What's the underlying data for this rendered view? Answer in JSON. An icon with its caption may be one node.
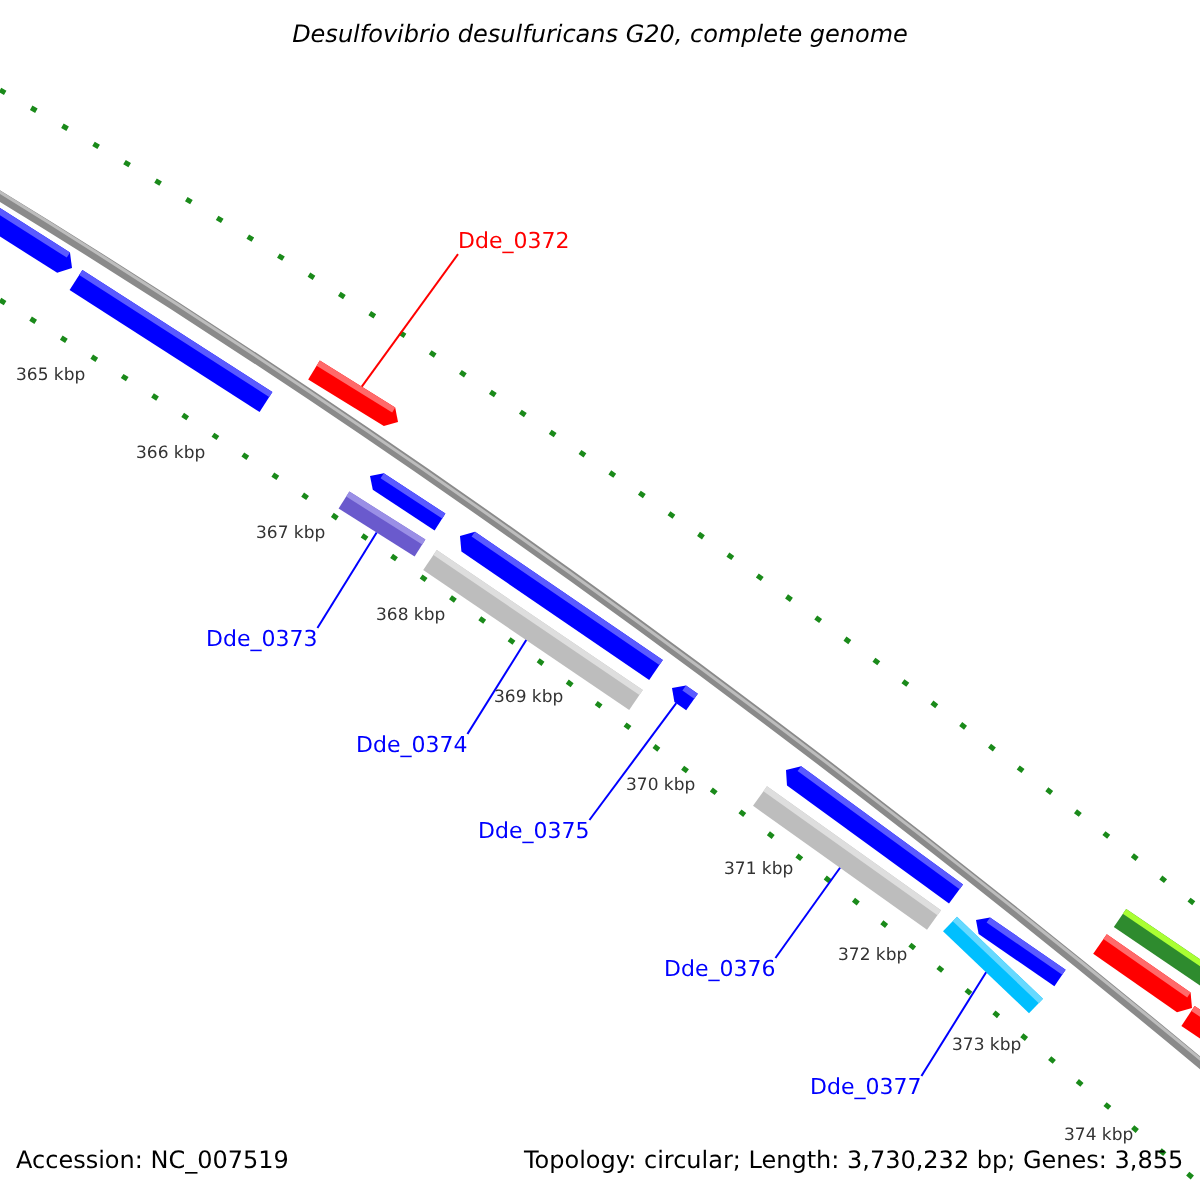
{
  "diagram": {
    "title": "Desulfovibrio desulfuricans G20, complete genome",
    "nodes": [
      {
        "text": [
          "Dde_0372"
        ]
      },
      {
        "text": [
          "Dde_0373"
        ]
      },
      {
        "text": [
          "Dde_0374"
        ]
      },
      {
        "text": [
          "Dde_0375"
        ]
      },
      {
        "text": [
          "Dde_0376"
        ]
      },
      {
        "text": [
          "Dde_0377"
        ]
      },
      {
        "text": [],
        "shape": "bar"
      },
      {
        "text": [],
        "shape": "bar"
      },
      {
        "text": [],
        "shape": "bar"
      },
      {
        "text": [],
        "shape": "bar"
      },
      {
        "text": [],
        "shape": "bar"
      },
      {
        "text": [],
        "shape": "bar"
      },
      {
        "text": [],
        "shape": "bar"
      },
      {
        "text": [],
        "shape": "bar"
      },
      {
        "text": [],
        "shape": "bar"
      },
      {
        "text": [],
        "shape": "bar"
      },
      {
        "text": [],
        "shape": "bar"
      },
      {
        "text": [],
        "shape": "bar"
      },
      {
        "text": [],
        "shape": "bar"
      },
      {
        "text": [],
        "shape": "bar"
      },
      {
        "text": [],
        "shape": "bar"
      }
    ],
    "edges": [
      {
        "from": 0,
        "to": 8,
        "arrow": "none",
        "color": "#ff0000"
      },
      {
        "from": 1,
        "to": 9,
        "arrow": "none"
      },
      {
        "from": 2,
        "to": 11,
        "arrow": "none"
      },
      {
        "from": 3,
        "to": 13,
        "arrow": "none"
      },
      {
        "from": 4,
        "to": 14,
        "arrow": "none"
      },
      {
        "from": 5,
        "to": 16,
        "arrow": "none"
      }
    ],
    "labels": [
      "365 kbp",
      "366 kbp",
      "367 kbp",
      "368 kbp",
      "369 kbp",
      "370 kbp",
      "371 kbp",
      "372 kbp",
      "373 kbp",
      "374 kbp",
      "Accession: NC_007519",
      "Topology: circular; Length: 3,730,232 bp; Genes: 3,855"
    ]
  }
}
